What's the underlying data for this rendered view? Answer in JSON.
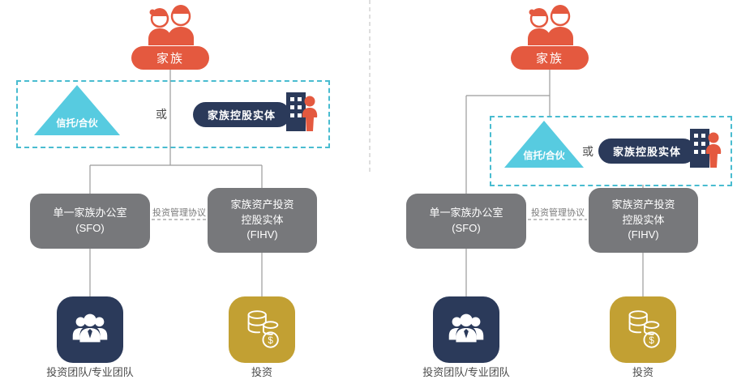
{
  "colors": {
    "family_red": "#e4593f",
    "trust_cyan": "#57cbe0",
    "entity_navy": "#2b3a5a",
    "office_gray": "#77787b",
    "invest_gold": "#c2a033",
    "dashed_border_teal": "#49bcd0",
    "connector_gray": "#9b9b9b"
  },
  "icons": {
    "couple": "family-couple-icon",
    "holding": "building-person-icon",
    "team": "people-group-icon",
    "coins": "coin-stack-icon"
  },
  "panels": [
    {
      "family": "家族",
      "trust": "信托/合伙",
      "or": "或",
      "holding": "家族控股实体",
      "sfo": [
        "单一家族办公室",
        "(SFO)"
      ],
      "fihv": [
        "家族资产投资",
        "控股实体",
        "(FIHV)"
      ],
      "agreement": "投资管理协议",
      "team_label": "投资团队/专业团队",
      "invest_label": "投资"
    },
    {
      "family": "家族",
      "trust": "信托/合伙",
      "or": "或",
      "holding": "家族控股实体",
      "sfo": [
        "单一家族办公室",
        "(SFO)"
      ],
      "fihv": [
        "家族资产投资",
        "控股实体",
        "(FIHV)"
      ],
      "agreement": "投资管理协议",
      "team_label": "投资团队/专业团队",
      "invest_label": "投资"
    }
  ]
}
